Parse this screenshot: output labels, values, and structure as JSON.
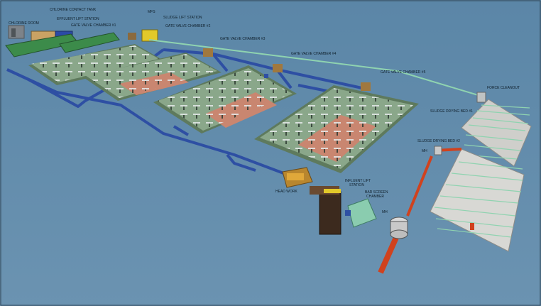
{
  "labels": {
    "chlorine_room": "CHLORINE ROOM",
    "chlorine_tank": "CHLORINE CONTACT TANK",
    "effluent_lift": "EFFLUENT LIFT STATION",
    "gate_valve_1": "GATE VALVE CHAMBER #1",
    "mfs": "MFS",
    "sludge_lift": "SLUDGE LIFT STATION",
    "gate_valve_2": "GATE VALVE CHAMBER #2",
    "gate_valve_3": "GATE VALVE CHAMBER #3",
    "gate_valve_4": "GATE VALVE CHAMBER #4",
    "gate_valve_5": "GATE VALVE CHAMBER #5",
    "force_cleanout": "FORCE CLEANOUT",
    "sludge_bed_1": "SLUDGE DRYING BED #1",
    "sludge_bed_2": "SLUDGE DRYING BED #2",
    "mh": "MH",
    "mh1": "MH",
    "head_work": "HEAD WORK",
    "influent_lift_1": "INFLUENT LIFT",
    "influent_lift_2": "STATION",
    "bar_screen_1": "BAR SCREEN",
    "bar_screen_2": "CHAMBER"
  },
  "colors": {
    "background": "#5c87a8",
    "basin": "#8aa78a",
    "basin_rim": "#5e7a5d",
    "pink_zone": "#c98670",
    "blue_pipe": "#2e4fa3",
    "green_pipe": "#8fd3b0",
    "red_pipe": "#d0421e",
    "drying_bed": "#d8d8d4"
  }
}
